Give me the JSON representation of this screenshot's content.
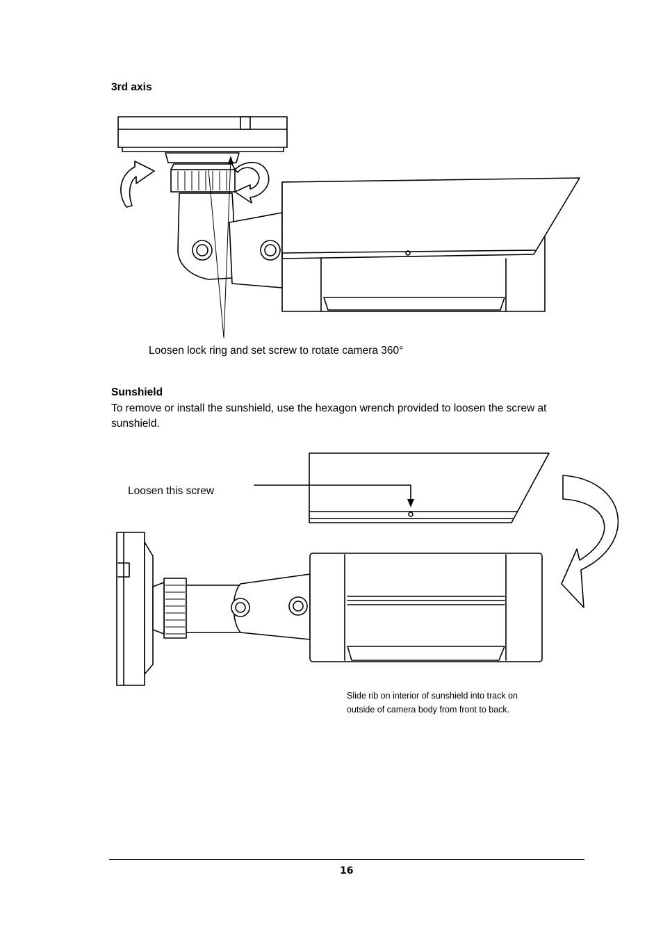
{
  "section_3rd_axis": {
    "heading": "3rd axis",
    "callout": "Loosen lock ring and set screw to rotate camera 360°"
  },
  "section_sunshield": {
    "heading": "Sunshield",
    "paragraph_line1": "To remove or install the sunshield, use the hexagon wrench provided to loosen the screw at",
    "paragraph_line2": "sunshield.",
    "callout_screw": "Loosen this screw",
    "note_line1": "Slide rib on interior of sunshield into track on",
    "note_line2": "outside of camera body from front to back."
  },
  "footer": {
    "page_number": "16"
  }
}
